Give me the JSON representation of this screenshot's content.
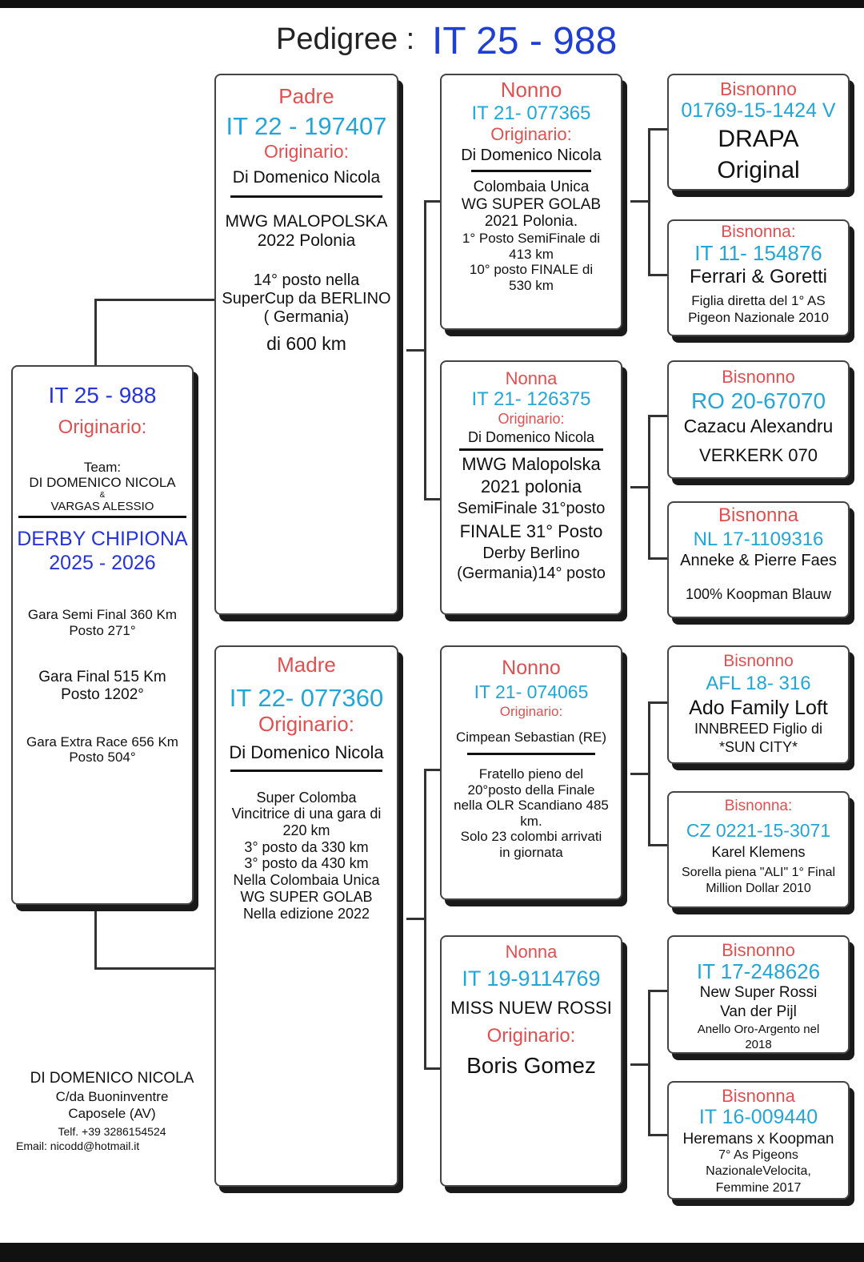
{
  "header": {
    "label": "Pedigree :",
    "id": "IT 25 - 988"
  },
  "subject": {
    "id": "IT 25 - 988",
    "origin_label": "Originario:",
    "team_label": "Team:",
    "team_member1": "DI DOMENICO NICOLA",
    "team_amp": "&",
    "team_member2": "VARGAS ALESSIO",
    "event_line1": "DERBY CHIPIONA",
    "event_line2": "2025 - 2026",
    "results": [
      "Gara Semi Final 360 Km",
      "Posto 271°",
      "Gara Final 515 Km",
      "Posto 1202°",
      "Gara Extra Race 656 Km",
      "Posto 504°"
    ]
  },
  "father": {
    "role": "Padre",
    "id": "IT 22 - 197407",
    "origin_label": "Originario:",
    "breeder": "Di Domenico Nicola",
    "notes": [
      "MWG MALOPOLSKA",
      "2022 Polonia",
      "14° posto nella",
      "SuperCup da BERLINO",
      "( Germania)",
      "di 600 km"
    ]
  },
  "mother": {
    "role": "Madre",
    "id": "IT 22- 077360",
    "origin_label": "Originario:",
    "breeder": "Di Domenico Nicola",
    "notes": [
      "Super Colomba",
      "Vincitrice di una gara di",
      "220 km",
      "3° posto da 330 km",
      "3° posto da 430 km",
      "Nella Colombaia Unica",
      "WG SUPER GOLAB",
      "Nella edizione 2022"
    ]
  },
  "grandparents": [
    {
      "role": "Nonno",
      "id": "IT 21- 077365",
      "origin_label": "Originario:",
      "breeder": "Di Domenico Nicola",
      "notes": [
        "Colombaia Unica",
        "WG SUPER GOLAB",
        "2021 Polonia.",
        "1° Posto SemiFinale di",
        "413 km",
        "10° posto FINALE di",
        "530 km"
      ]
    },
    {
      "role": "Nonna",
      "id": "IT 21- 126375",
      "origin_label": "Originario:",
      "breeder": "Di Domenico Nicola",
      "notes": [
        "MWG Malopolska",
        "2021 polonia",
        "SemiFinale 31°posto",
        "FINALE 31° Posto",
        "Derby Berlino",
        "(Germania)14° posto"
      ]
    },
    {
      "role": "Nonno",
      "id": "IT 21- 074065",
      "origin_label": "Originario:",
      "breeder": "Cimpean Sebastian (RE)",
      "notes": [
        "Fratello pieno del",
        "20°posto della Finale",
        "nella OLR Scandiano 485",
        "km.",
        "Solo 23 colombi arrivati",
        "in giornata"
      ]
    },
    {
      "role": "Nonna",
      "id": "IT 19-9114769",
      "name": "MISS NUEW ROSSI",
      "origin_label": "Originario:",
      "breeder": "Boris Gomez"
    }
  ],
  "great_grandparents": [
    {
      "role": "Bisnonno",
      "id": "01769-15-1424 V",
      "lines": [
        "DRAPA",
        "Original"
      ]
    },
    {
      "role": "Bisnonna:",
      "id": "IT 11- 154876",
      "lines": [
        "Ferrari & Goretti",
        "Figlia diretta del 1° AS",
        "Pigeon Nazionale 2010"
      ]
    },
    {
      "role": "Bisnonno",
      "id": "RO 20-67070",
      "lines": [
        "Cazacu Alexandru",
        "VERKERK 070"
      ]
    },
    {
      "role": "Bisnonna",
      "id": "NL 17-1109316",
      "lines": [
        "Anneke & Pierre Faes",
        "100% Koopman Blauw"
      ]
    },
    {
      "role": "Bisnonno",
      "id": "AFL 18- 316",
      "lines": [
        "Ado Family Loft",
        "INNBREED Figlio di",
        "*SUN CITY*"
      ]
    },
    {
      "role": "Bisnonna:",
      "id": "CZ 0221-15-3071",
      "lines": [
        "Karel Klemens",
        "Sorella piena \"ALI\" 1° Final",
        "Million Dollar  2010"
      ]
    },
    {
      "role": "Bisnonno",
      "id": "IT 17-248626",
      "lines": [
        "New Super Rossi",
        "Van der Pijl",
        "Anello Oro-Argento nel",
        "2018"
      ]
    },
    {
      "role": "Bisnonna",
      "id": "IT 16-009440",
      "lines": [
        "Heremans x Koopman",
        "7° As Pigeons",
        "NazionaleVelocita,",
        "Femmine 2017"
      ]
    }
  ],
  "footer": {
    "name": "DI DOMENICO NICOLA",
    "address1": "C/da Buoninventre",
    "address2": "Caposele (AV)",
    "phone": "Telf. +39 3286154524",
    "email": "Email:  nicodd@hotmail.it"
  }
}
